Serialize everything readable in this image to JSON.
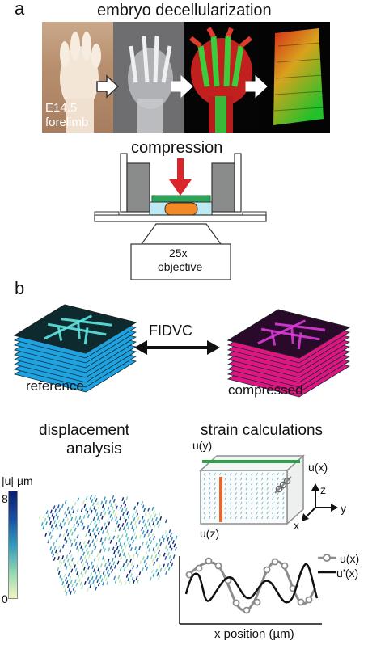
{
  "panel_a": {
    "letter": "a",
    "title": "embryo decellularization",
    "photo_label_line1": "E14.5",
    "photo_label_line2": "forelimb",
    "compression_label": "compression",
    "objective_line1": "25x",
    "objective_line2": "objective"
  },
  "panel_b": {
    "letter": "b",
    "method_label": "FIDVC",
    "reference_label": "reference",
    "compressed_label": "compressed",
    "displacement_line1": "displacement",
    "displacement_line2": "analysis",
    "strain_title": "strain calculations",
    "colorbar_title": "|u| µm",
    "colorbar_max": "8",
    "colorbar_min": "0",
    "uy_label": "u(y)",
    "ux_label": "u(x)",
    "uz_label": "u(z)",
    "axis_z": "z",
    "axis_y": "y",
    "axis_x": "x",
    "legend_ux": "u(x)",
    "legend_uprime": "u’(x)",
    "plot_xlabel": "x position (µm)"
  },
  "colors": {
    "reference_stack": "#1fa3e0",
    "compressed_stack": "#e0157f",
    "compression_arrow": "#d9262b",
    "platen_green": "#2ea45a",
    "sample_orange": "#f08a24",
    "medium_cyan": "#bfe9f2",
    "strain_green_line": "#2f9e4f",
    "strain_orange_line": "#e8662a"
  }
}
